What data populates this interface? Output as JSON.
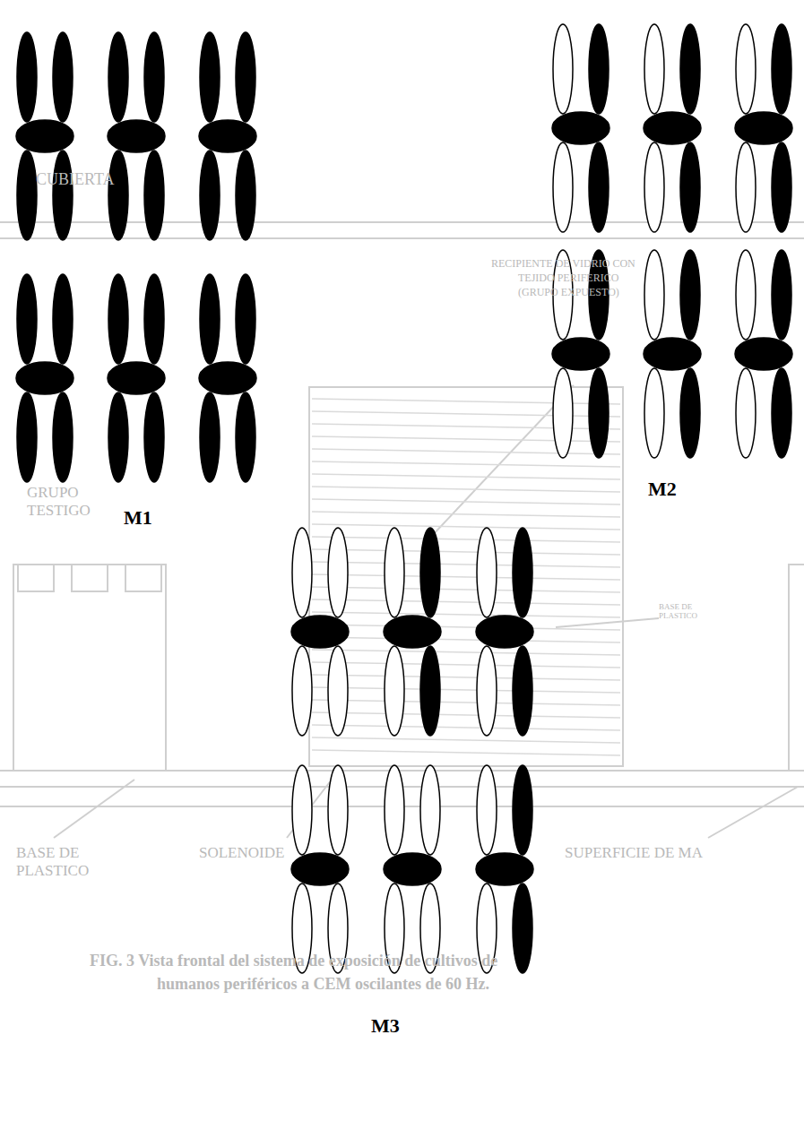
{
  "diagram": {
    "labels": [
      "M1",
      "M2",
      "M3",
      "CUBIERTA",
      "RECIPIENTE DE VIDRIO CON",
      "TEJIDO PERIFERICO",
      "(GRUPO EXPUESTO)",
      "GRUPO TESTIGO",
      "BASE DE PLASTICO",
      "BASE DE PLASTICO",
      "SOLENOIDE",
      "SUPERFICIE DE MA",
      "FIG. 3 Vista frontal del sistema de exposición de cultivos de",
      "humanos periféricos a CEM oscilantes de 60 Hz."
    ]
  }
}
